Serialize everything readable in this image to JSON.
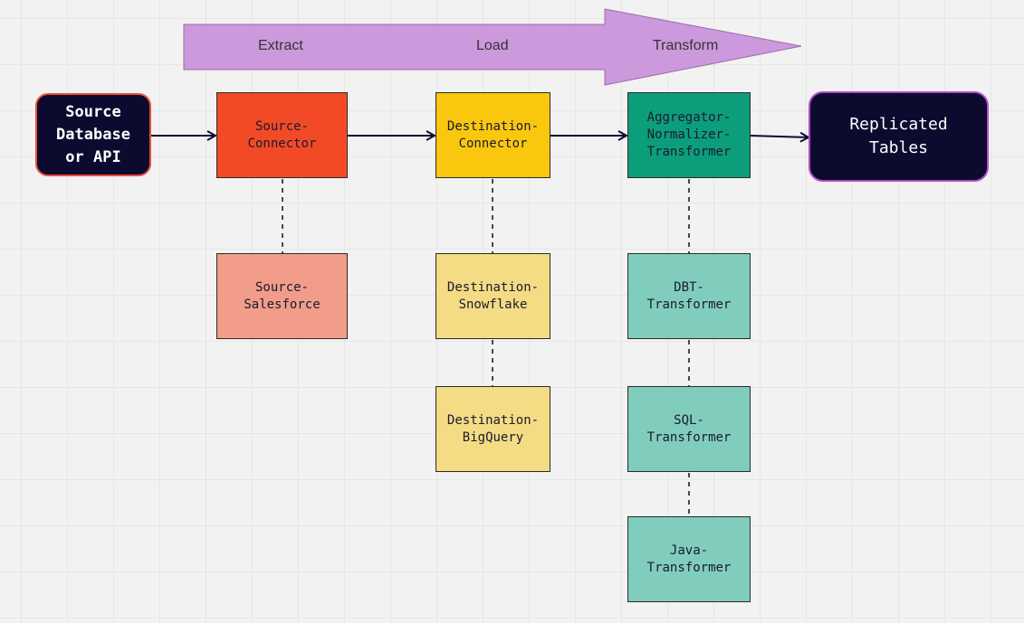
{
  "colors": {
    "arrow_fill": "#cc99dd",
    "terminal_fill": "#0d0a30",
    "connector_source": "#f24a27",
    "connector_destination": "#fac70f",
    "connector_transformer": "#0c9e7b",
    "impl_source": "#f29c8a",
    "impl_destination": "#f4dc84",
    "impl_transformer": "#80cdbd"
  },
  "stages": {
    "extract": "Extract",
    "load": "Load",
    "transform": "Transform"
  },
  "nodes": {
    "source": "Source\nDatabase\nor API",
    "source_connector": "Source-\nConnector",
    "destination_connector": "Destination-\nConnector",
    "aggregator": "Aggregator-\nNormalizer-\nTransformer",
    "replicated": "Replicated\nTables",
    "source_salesforce": "Source-\nSalesforce",
    "destination_snowflake": "Destination-\nSnowflake",
    "destination_bigquery": "Destination-\nBigQuery",
    "dbt_transformer": "DBT-\nTransformer",
    "sql_transformer": "SQL-\nTransformer",
    "java_transformer": "Java-\nTransformer"
  }
}
